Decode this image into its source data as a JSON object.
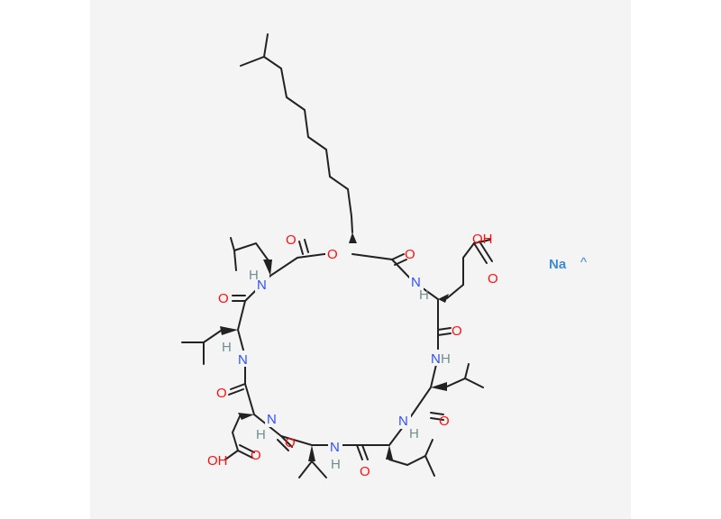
{
  "colors": {
    "background": "#f4f4f4",
    "bond": "#222222",
    "oxygen": "#ff0d0d",
    "nitrogen": "#3050f8",
    "hydrogen": "#6f8f8f",
    "sodium": "#3d8ad6"
  },
  "atoms": {
    "o_ester_ring": "O",
    "o_ester_carbonyl": "O",
    "o_top_carbonyl": "O",
    "o_acid_oh": "OH",
    "o_acid_carbonyl": "O",
    "n_top_right": "N",
    "h_top_right": "H",
    "n_top_left": "N",
    "h_top_left": "H",
    "o_left_carbonyl": "O",
    "n_left": "N",
    "h_left": "H",
    "o_left_low_carbonyl": "O",
    "n_bottom_left": "N",
    "h_bottom_left": "H",
    "o_bottom_left_carbonyl": "O",
    "o_asp_oh": "OH",
    "o_asp_carbonyl": "O",
    "n_bottom": "N",
    "h_bottom": "H",
    "o_bottom_carbonyl": "O",
    "n_bottom_right": "N",
    "h_bottom_right": "H",
    "o_bottom_right_carbonyl": "O",
    "n_right": "N",
    "h_right": "H",
    "o_right_carbonyl": "O",
    "sodium": "Na",
    "sodium_charge": "^"
  }
}
